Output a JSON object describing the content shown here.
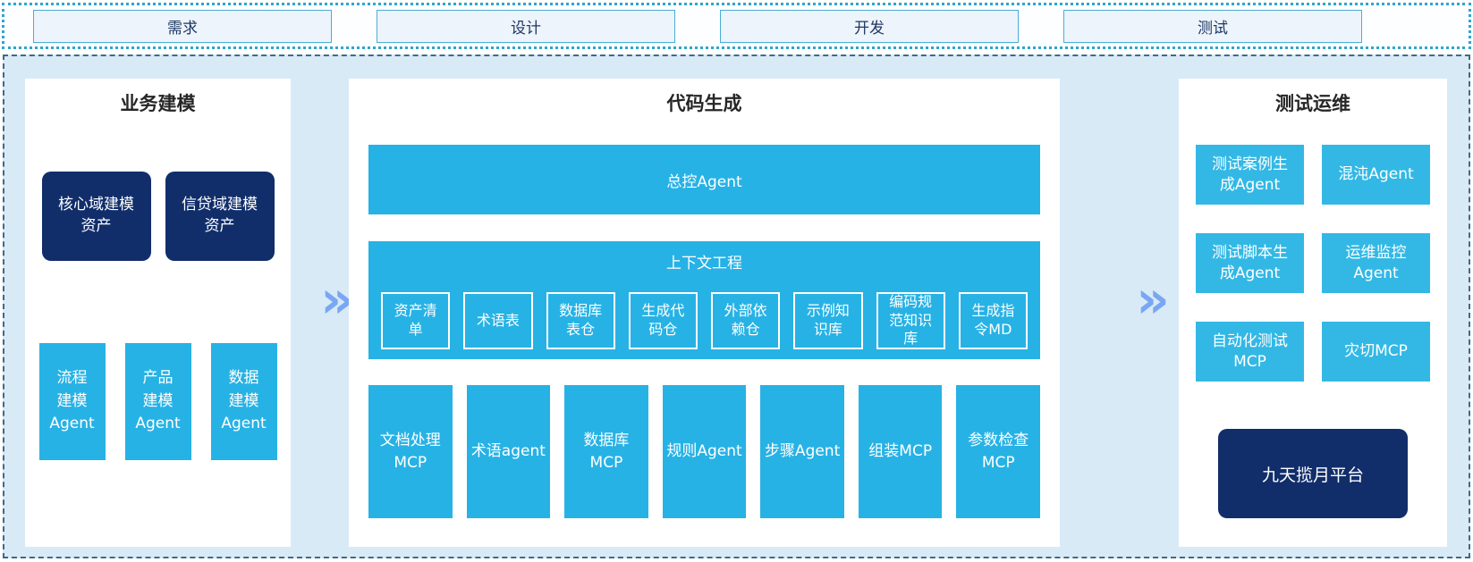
{
  "phase_bar": {
    "items": [
      {
        "label": "需求"
      },
      {
        "label": "设计"
      },
      {
        "label": "开发"
      },
      {
        "label": "测试"
      }
    ]
  },
  "business_modeling": {
    "title": "业务建模",
    "assets": [
      {
        "label": "核心域建模\n资产"
      },
      {
        "label": "信贷域建模\n资产"
      }
    ],
    "agents": [
      {
        "label": "流程\n建模\nAgent"
      },
      {
        "label": "产品\n建模\nAgent"
      },
      {
        "label": "数据\n建模\nAgent"
      }
    ]
  },
  "code_generation": {
    "title": "代码生成",
    "master_agent": "总控Agent",
    "context_engineering": {
      "title": "上下文工程",
      "items": [
        {
          "label": "资产清\n单"
        },
        {
          "label": "术语表"
        },
        {
          "label": "数据库\n表仓"
        },
        {
          "label": "生成代\n码仓"
        },
        {
          "label": "外部依\n赖仓"
        },
        {
          "label": "示例知\n识库"
        },
        {
          "label": "编码规\n范知识\n库"
        },
        {
          "label": "生成指\n令MD"
        }
      ]
    },
    "mcp_agents": [
      {
        "label": "文档处理\nMCP"
      },
      {
        "label": "术语agent"
      },
      {
        "label": "数据库\nMCP"
      },
      {
        "label": "规则Agent"
      },
      {
        "label": "步骤Agent"
      },
      {
        "label": "组装MCP"
      },
      {
        "label": "参数检查\nMCP"
      }
    ]
  },
  "test_ops": {
    "title": "测试运维",
    "boxes": [
      {
        "label": "测试案例生\n成Agent"
      },
      {
        "label": "混沌Agent"
      },
      {
        "label": "测试脚本生\n成Agent"
      },
      {
        "label": "运维监控\nAgent"
      },
      {
        "label": "自动化测试\nMCP"
      },
      {
        "label": "灾切MCP"
      }
    ],
    "platform": "九天揽月平台"
  },
  "arrows": {
    "glyph": "»"
  },
  "colors": {
    "cyan": "#27b2e5",
    "cyan_light": "#33b8e5",
    "navy": "#112e6b",
    "container_bg": "#d9eaf7",
    "dash_border": "#3f6b86",
    "dot_border": "#2ca6cd",
    "phase_box_bg": "#edf4fb",
    "phase_box_border": "#49aed6",
    "phase_text": "#1f3864",
    "arrow_blue": "#7aa7f3"
  }
}
